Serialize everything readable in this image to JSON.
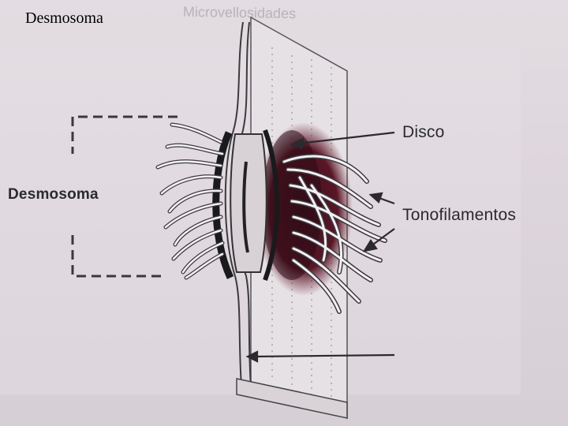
{
  "slide": {
    "title": "Desmosoma"
  },
  "diagram": {
    "labels": {
      "desmosome": "Desmosoma",
      "disc": "Disco",
      "tonofilaments": "Tonofilamentos"
    },
    "faint_top_text": "Microvellosidades"
  }
}
